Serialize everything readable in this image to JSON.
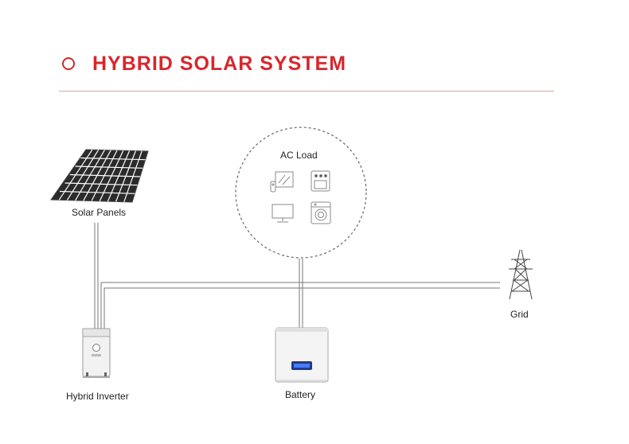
{
  "header": {
    "title": "HYBRID SOLAR SYSTEM",
    "accent_color": "#d9262b"
  },
  "nodes": {
    "solar_panels": {
      "label": "Solar Panels",
      "icon": "solar-panel-icon"
    },
    "ac_load": {
      "label": "AC Load",
      "icons": [
        "tv-remote-icon",
        "oven-icon",
        "monitor-icon",
        "washing-machine-icon"
      ]
    },
    "grid": {
      "label": "Grid",
      "icon": "power-tower-icon"
    },
    "hybrid_inverter": {
      "label": "Hybrid Inverter",
      "icon": "inverter-icon"
    },
    "battery": {
      "label": "Battery",
      "icon": "battery-unit-icon"
    }
  }
}
